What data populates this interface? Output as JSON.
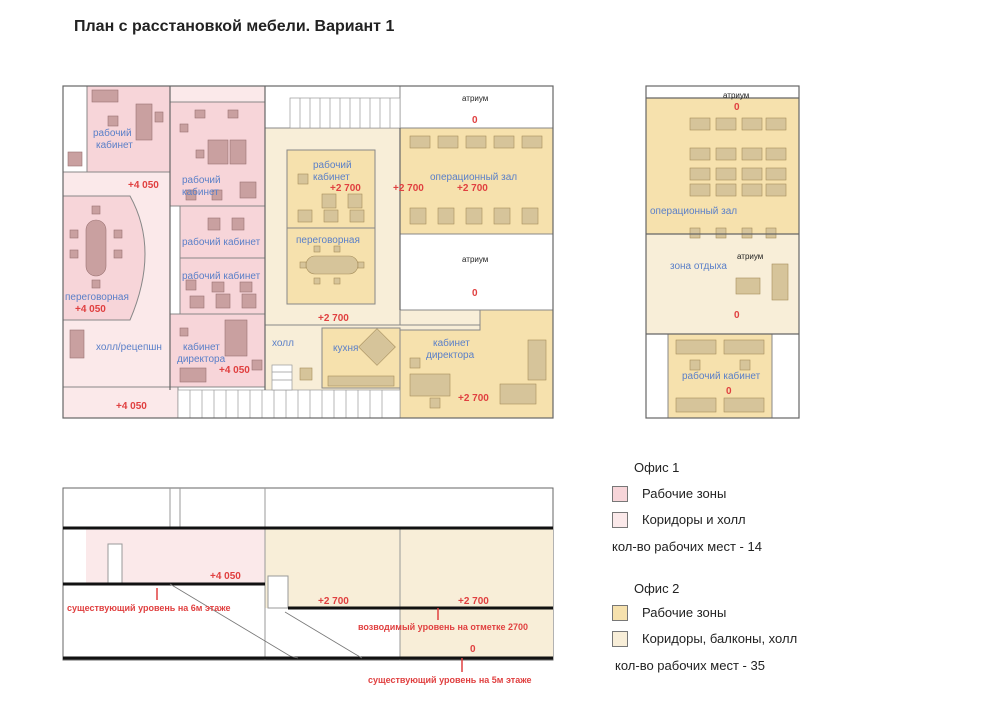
{
  "title": "План с расстановкой мебели. Вариант 1",
  "colors": {
    "office1_work": "#f7d5d9",
    "office1_corridor": "#fbe9ea",
    "office2_work": "#f6e1ad",
    "office2_corridor": "#f8eed8",
    "label_blue": "#5a7fc8",
    "level_red": "#e04040",
    "furniture": "#c9a0a0",
    "furniture2": "#d6c49a"
  },
  "plan1": {
    "room_work1": "рабочий",
    "room_work1b": "кабинет",
    "room_work2": "рабочий",
    "room_work2b": "кабинет",
    "room_work3": "рабочий кабинет",
    "room_work4": "рабочий кабинет",
    "room_meeting": "переговорная",
    "room_hall": "холл/рецепшн",
    "room_director1": "кабинет",
    "room_director1b": "директора",
    "room_work5": "рабочий",
    "room_work5b": "кабинет",
    "room_meeting2": "переговорная",
    "room_opzal": "операционный зал",
    "room_atrium1": "атриум",
    "room_atrium2": "атриум",
    "room_holl": "холл",
    "room_kitchen": "кухня",
    "room_director2": "кабинет",
    "room_director2b": "директора",
    "lv_4050a": "+4 050",
    "lv_4050b": "+4 050",
    "lv_4050c": "+4 050",
    "lv_4050d": "+4 050",
    "lv_2700a": "+2 700",
    "lv_2700b": "+2 700",
    "lv_2700c": "+2 700",
    "lv_2700d": "+2 700",
    "lv_2700e": "+2 700",
    "lv_0a": "0",
    "lv_0b": "0"
  },
  "plan2": {
    "atrium": "атриум",
    "lv_0a": "0",
    "opzal": "операционный зал",
    "rest": "зона отдыха",
    "atrium2": "атриум",
    "lv_0b": "0",
    "work": "рабочий кабинет",
    "lv_0c": "0"
  },
  "section": {
    "lv_4050": "+4 050",
    "lv_2700a": "+2 700",
    "lv_2700b": "+2 700",
    "lv_0": "0",
    "note1": "существующий уровень на 6м этаже",
    "note2": "возводимый уровень на отметке  2700",
    "note3": "существующий уровень на 5м этаже"
  },
  "legend": {
    "office1_title": "Офис 1",
    "office1_work": "Рабочие зоны",
    "office1_corr": "Коридоры и холл",
    "office1_count": "кол-во рабочих мест - 14",
    "office2_title": "Офис 2",
    "office2_work": "Рабочие зоны",
    "office2_corr": "Коридоры, балконы, холл",
    "office2_count": "кол-во рабочих мест - 35"
  }
}
